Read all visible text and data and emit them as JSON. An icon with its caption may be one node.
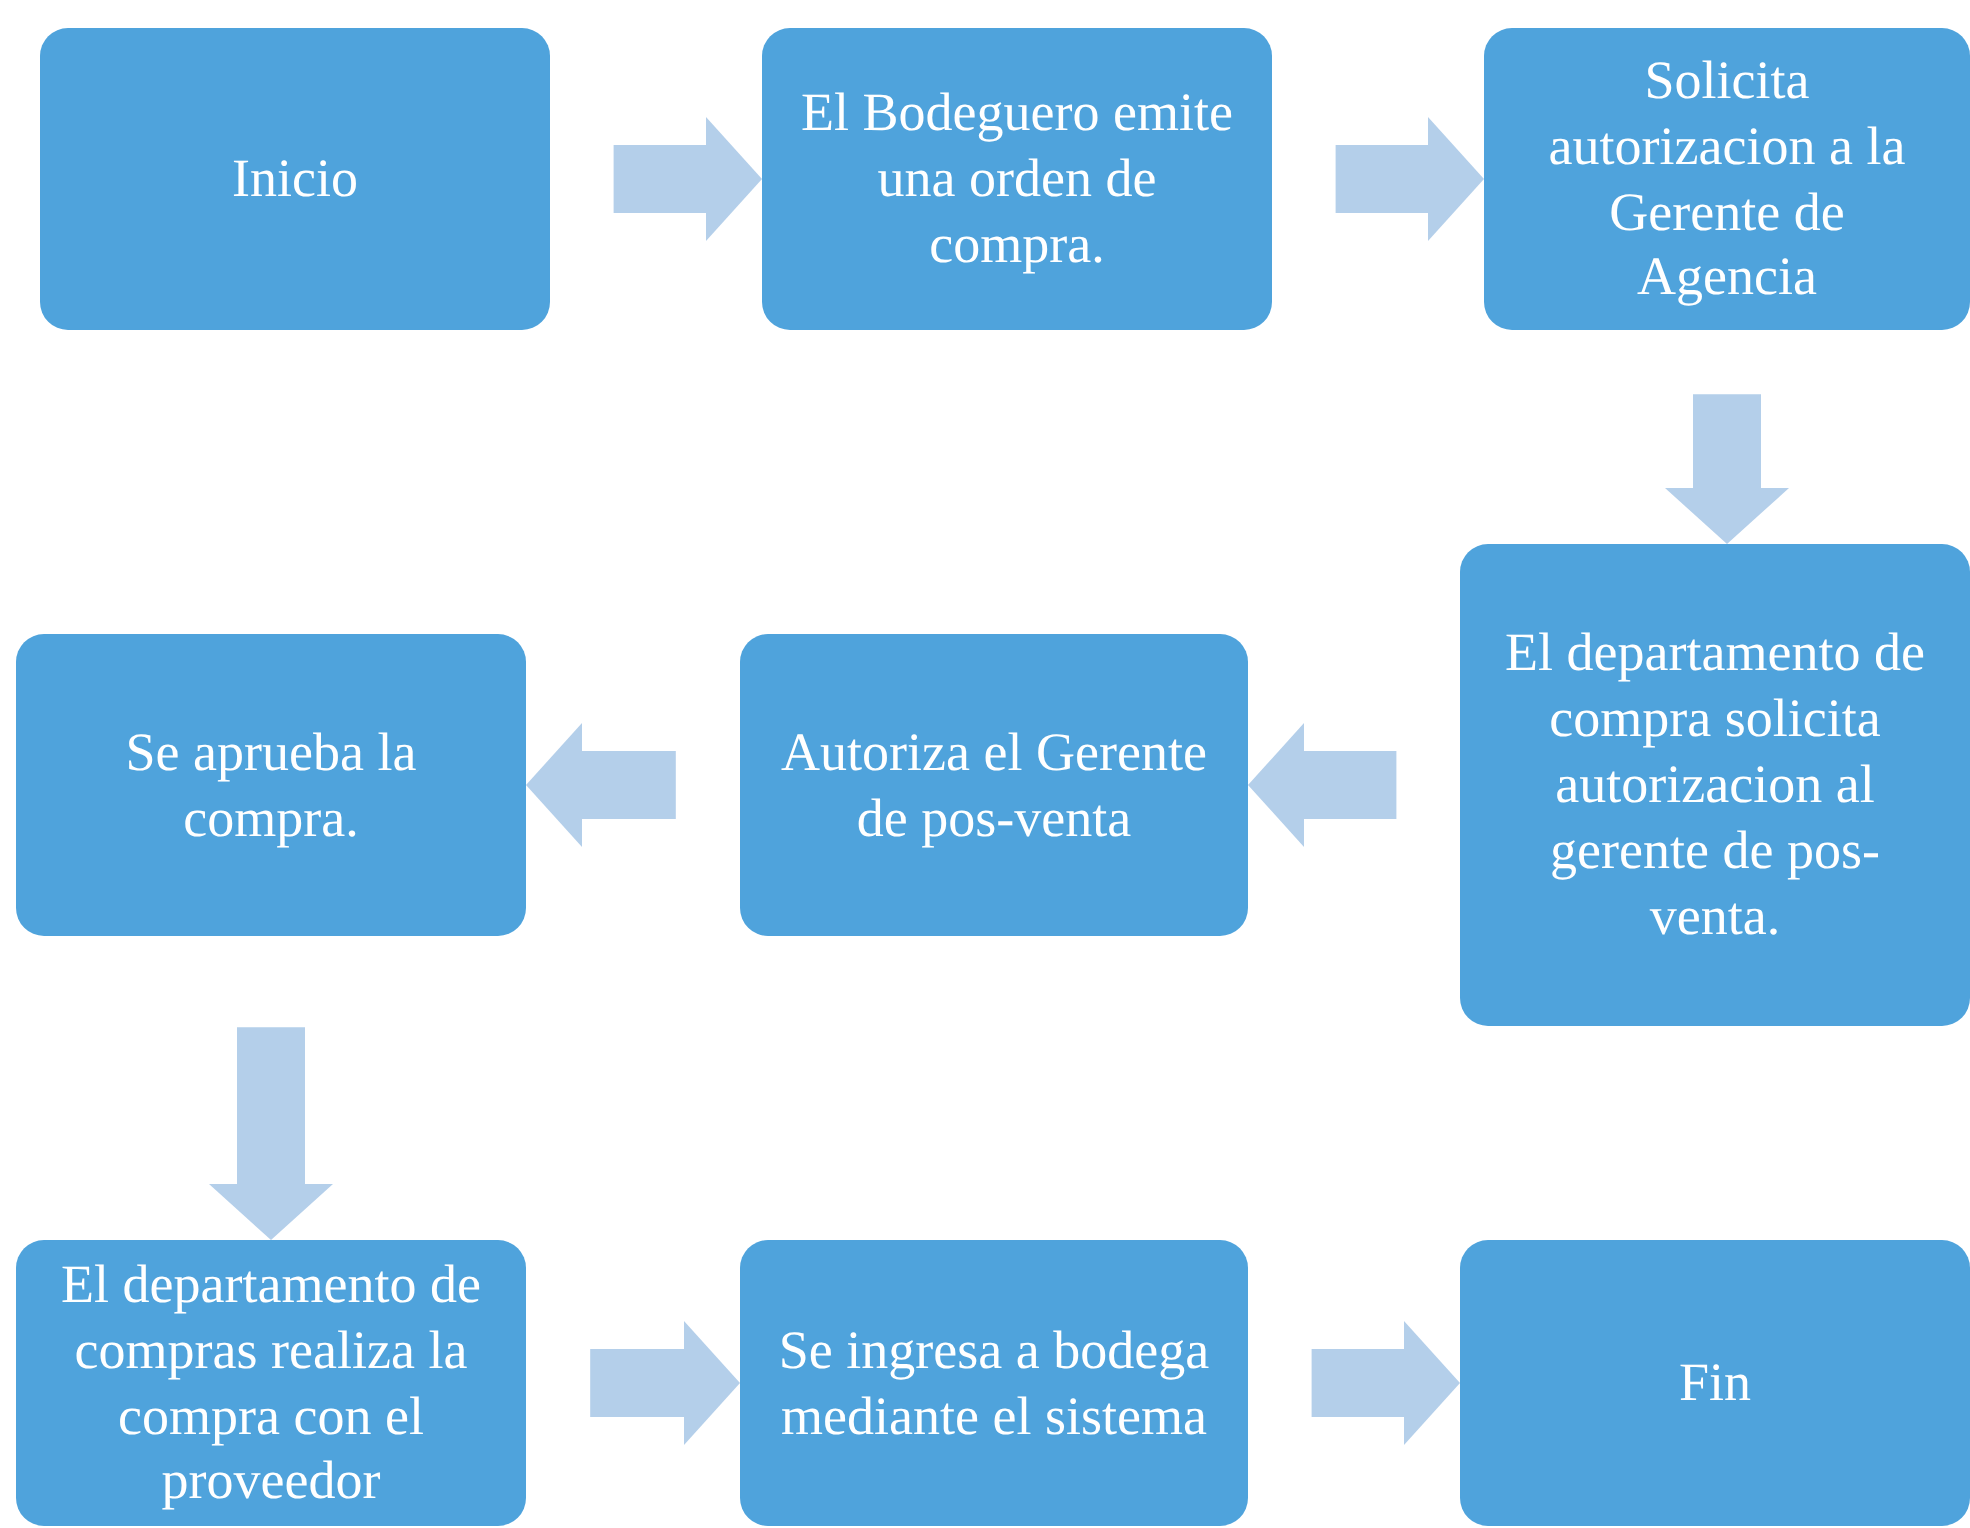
{
  "diagram": {
    "nodes": [
      {
        "text": [
          "Inicio"
        ]
      },
      {
        "text": [
          "El Bodeguero emite una orden de compra."
        ]
      },
      {
        "text": [
          "Solicita autorizacion a la Gerente de Agencia"
        ]
      },
      {
        "text": [
          "El departamento de compra solicita autorizacion al gerente de pos-venta."
        ]
      },
      {
        "text": [
          "Autoriza  el Gerente de pos-venta"
        ]
      },
      {
        "text": [
          "Se aprueba la compra."
        ]
      },
      {
        "text": [
          "El departamento de compras realiza la compra con el proveedor"
        ]
      },
      {
        "text": [
          "Se ingresa a bodega mediante el sistema"
        ]
      },
      {
        "text": [
          "Fin"
        ]
      }
    ],
    "edges": [
      {
        "from": 0,
        "to": 1,
        "arrow": "to"
      },
      {
        "from": 1,
        "to": 2,
        "arrow": "to"
      },
      {
        "from": 2,
        "to": 3,
        "arrow": "to"
      },
      {
        "from": 3,
        "to": 4,
        "arrow": "to"
      },
      {
        "from": 4,
        "to": 5,
        "arrow": "to"
      },
      {
        "from": 5,
        "to": 6,
        "arrow": "to"
      },
      {
        "from": 6,
        "to": 7,
        "arrow": "to"
      },
      {
        "from": 7,
        "to": 8,
        "arrow": "to"
      }
    ]
  }
}
